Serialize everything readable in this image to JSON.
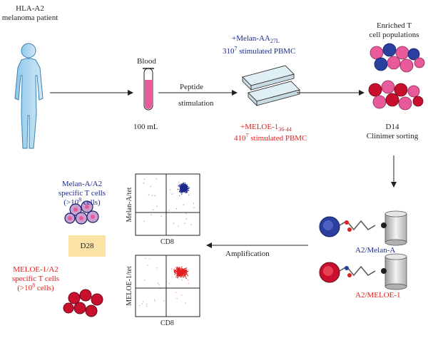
{
  "patient": {
    "line1": "HLA-A2",
    "line2": "melanoma patient"
  },
  "blood": {
    "label": "Blood",
    "volume": "100 mL"
  },
  "peptide": {
    "line1": "Peptide",
    "line2": "stimulation"
  },
  "melan_stim": {
    "line1_pre": "+Melan-AA",
    "line1_sub": "27L",
    "line2_pre": "3",
    "line2_mid": "10",
    "line2_sup": "7",
    "line2_post": " stimulated PBMC"
  },
  "meloe_stim": {
    "line1_pre": "+MELOE-1",
    "line1_sub": "36-44",
    "line2_pre": "4",
    "line2_mid": "10",
    "line2_sup": "7",
    "line2_post": " stimulated PBMC"
  },
  "enriched": {
    "line1": "Enriched T",
    "line2": "cell populations"
  },
  "sorting": {
    "line1": "D14",
    "line2": "Clinimer sorting"
  },
  "clinimer_blue_label": "A2/Melan-A",
  "clinimer_red_label": "A2/MELOE-1",
  "amplification": "Amplification",
  "plot_top": {
    "ylabel": "Melan-A/tet",
    "xlabel": "CD8"
  },
  "plot_bottom": {
    "ylabel": "MELOE-1/tet",
    "xlabel": "CD8"
  },
  "melan_cells": {
    "line1": "Melan-A/A2",
    "line2": "specific T cells",
    "line3_pre": "(>10",
    "line3_sup": "8",
    "line3_post": " cells)"
  },
  "meloe_cells": {
    "line1": "MELOE-1/A2",
    "line2": "specific T cells",
    "line3_pre": "(>10",
    "line3_sup": "8",
    "line3_post": " cells)"
  },
  "d28": "D28",
  "colors": {
    "blue": "#1b2a8c",
    "red": "#e02020",
    "pink": "#e85a9a",
    "d28_bg": "#fbe3a6"
  }
}
